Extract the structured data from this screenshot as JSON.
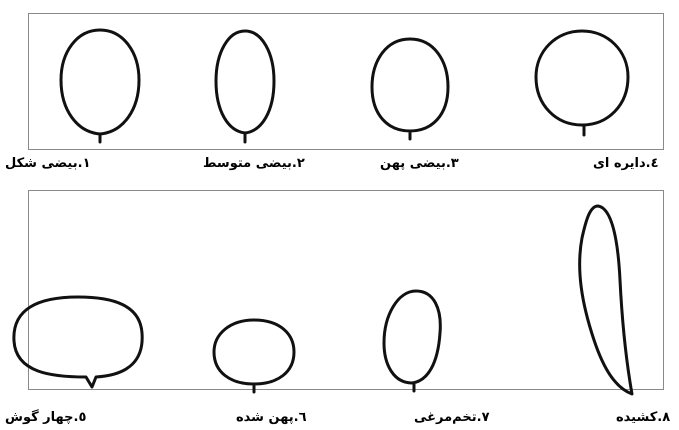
{
  "top_row": {
    "labels": [
      "۱.بیضی شکل",
      "۲.بیضی متوسط",
      "۳.بیضی پهن",
      "٤.دایره ای"
    ]
  },
  "bottom_row": {
    "labels": [
      "٥.چهار گوش",
      "٦.پهن شده",
      "٧.تخم‌مرغی",
      "۸.کشیده"
    ]
  }
}
